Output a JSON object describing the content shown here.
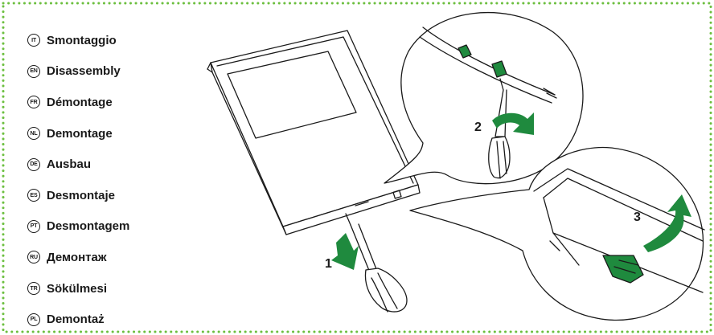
{
  "colors": {
    "border_dots": "#6cbf3f",
    "arrow": "#1f8a3e",
    "ink": "#1a1a1a"
  },
  "languages": [
    {
      "code": "IT",
      "label": "Smontaggio"
    },
    {
      "code": "EN",
      "label": "Disassembly"
    },
    {
      "code": "FR",
      "label": "Démontage"
    },
    {
      "code": "NL",
      "label": "Demontage"
    },
    {
      "code": "DE",
      "label": "Ausbau"
    },
    {
      "code": "ES",
      "label": "Desmontaje"
    },
    {
      "code": "PT",
      "label": "Desmontagem"
    },
    {
      "code": "RU",
      "label": "Демонтаж"
    },
    {
      "code": "TR",
      "label": "Sökülmesi"
    },
    {
      "code": "PL",
      "label": "Demontaż"
    }
  ],
  "steps": {
    "step1": "1",
    "step2": "2",
    "step3": "3"
  }
}
